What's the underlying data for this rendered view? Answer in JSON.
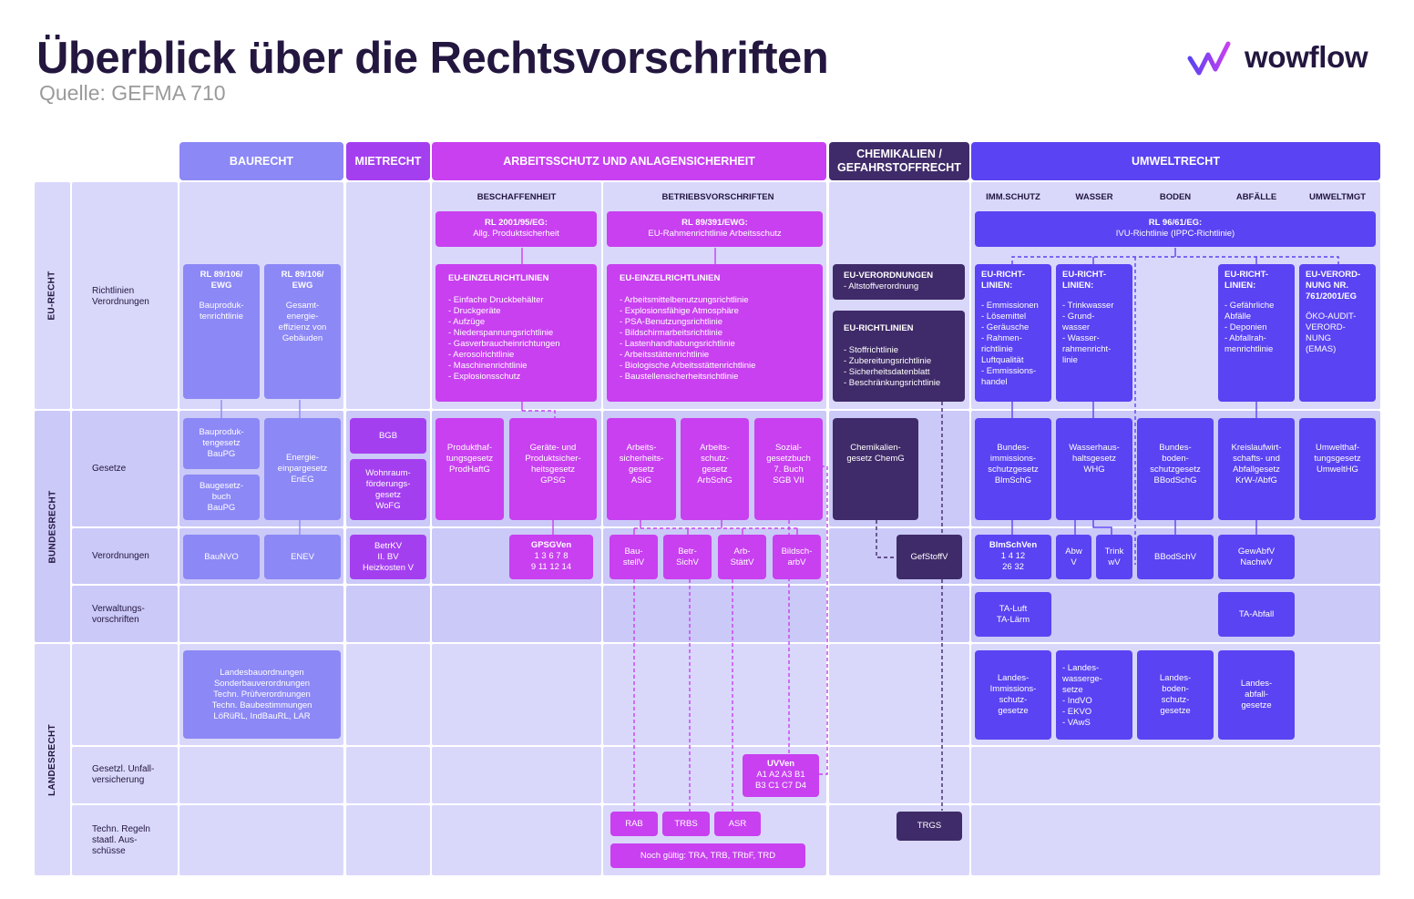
{
  "title": "Überblick über die Rechtsvorschriften",
  "source": "Quelle: GEFMA 710",
  "logo": {
    "text": "wowflow",
    "icon": "wowflow-logo-icon"
  },
  "colors": {
    "baurecht": "#8c88f6",
    "mietrecht": "#a43ff0",
    "arbeitsschutz": "#c840f0",
    "chemikalien": "#3f2b69",
    "umweltrecht": "#5a43f2",
    "band": "#d9d8fb",
    "band_alt": "#cbc9f8"
  },
  "columns": {
    "baurecht": "BAURECHT",
    "mietrecht": "MIETRECHT",
    "arbeitsschutz": "ARBEITSSCHUTZ UND ANLAGENSICHERHEIT",
    "chemikalien": "CHEMIKALIEN /\nGEFAHRSTOFFRECHT",
    "umweltrecht": "UMWELTRECHT"
  },
  "subheaders": {
    "beschaffenheit": "BESCHAFFENHEIT",
    "betriebsvorschriften": "BETRIEBSVORSCHRIFTEN",
    "immschutz": "IMM.SCHUTZ",
    "wasser": "WASSER",
    "boden": "BODEN",
    "abfaelle": "ABFÄLLE",
    "umweltmgt": "UMWELTMGT"
  },
  "groups": {
    "eu": "EU-RECHT",
    "bund": "BUNDESRECHT",
    "land": "LANDESRECHT"
  },
  "rows": {
    "richtlinien": "Richtlinien\nVerordnungen",
    "gesetze": "Gesetze",
    "verordnungen": "Verordnungen",
    "verwaltung": "Verwaltungs-\nvorschriften",
    "landes": "",
    "unfall": "Gesetzl. Unfall-\nversicherung",
    "techn": "Techn. Regeln\nstaatl. Aus-\nschüsse"
  },
  "eu": {
    "rl2001_title": "RL 2001/95/EG:",
    "rl2001_text": "Allg. Produktsicherheit",
    "rl89391_title": "RL 89/391/EWG:",
    "rl89391_text": "EU-Rahmenrichtlinie Arbeitsschutz",
    "rl9661_title": "RL 96/61/EG:",
    "rl9661_text": "IVU-Richtlinie (IPPC-Richtlinie)",
    "rl89106a_title": "RL 89/106/\nEWG",
    "rl89106a_text": "Bauproduk-\ntenrichtlinie",
    "rl89106b_title": "RL 89/106/\nEWG",
    "rl89106b_text": "Gesamt-\nenergie-\neffizienz von\nGebäuden",
    "einzel1_title": "EU-EINZELRICHTLINIEN",
    "einzel1_items": "- Einfache Druckbehälter\n- Druckgeräte\n- Aufzüge\n- Niederspannungsrichtlinie\n- Gasverbraucheinrichtungen\n- Aerosolrichtlinie\n- Maschinenrichtlinie\n- Explosionsschutz",
    "einzel2_title": "EU-EINZELRICHTLINIEN",
    "einzel2_items": "- Arbeitsmittelbenutzungsrichtlinie\n- Explosionsfähige Atmosphäre\n- PSA-Benutzungsrichtlinie\n- Bildschirmarbeitsrichtlinie\n- Lastenhandhabungsrichtlinie\n- Arbeitsstättenrichtlinie\n- Biologische Arbeitsstättenrichtlinie\n- Baustellensicherheitsrichtlinie",
    "vo_title": "EU-VERORDNUNGEN",
    "vo_items": "- Altstoffverordnung",
    "rl_title": "EU-RICHTLINIEN",
    "rl_items": "- Stoffrichtlinie\n- Zubereitungsrichtlinie\n- Sicherheitsdatenblatt\n- Beschränkungsrichtlinie",
    "imm_title": "EU-RICHT-\nLINIEN:",
    "imm_items": "- Emmissionen\n- Lösemittel\n- Geräusche\n- Rahmen-\n  richtlinie\n  Luftqualität\n- Emmissions-\n  handel",
    "wasser_title": "EU-RICHT-\nLINIEN:",
    "wasser_items": "- Trinkwasser\n- Grund-\n  wasser\n- Wasser-\n  rahmenricht-\n  linie",
    "abfall_title": "EU-RICHT-\nLINIEN:",
    "abfall_items": "- Gefährliche\n  Abfälle\n- Deponien\n- Abfallrah-\n  menrichtlinie",
    "umgt_title": "EU-VERORD-\nNUNG NR.\n761/2001/EG",
    "umgt_items": "ÖKO-AUDIT-\nVERORD-\nNUNG\n(EMAS)"
  },
  "bund": {
    "bauprodg": "Bauproduk-\ntengesetz\nBauPG",
    "baugb": "Baugesetz-\nbuch\nBauPG",
    "eneg": "Energie-\neinpargesetz\nEnEG",
    "bgb": "BGB",
    "wofg": "Wohnraum-\nförderungs-\ngesetz\nWoFG",
    "prodhaftg": "Produkthaf-\ntungsgesetz\nProdHaftG",
    "gpsg": "Geräte- und\nProduktsicher-\nheitsgesetz\nGPSG",
    "asig": "Arbeits-\nsicherheits-\ngesetz\nASiG",
    "arbschg": "Arbeits-\nschutz-\ngesetz\nArbSchG",
    "sgb": "Sozial-\ngesetzbuch\n7. Buch\nSGB VII",
    "chemg": "Chemikalien-\ngesetz ChemG",
    "bimschg": "Bundes-\nimmissions-\nschutzgesetz\nBlmSchG",
    "whg": "Wasserhaus-\nhaltsgesetz\nWHG",
    "bbodschg": "Bundes-\nboden-\nschutzgesetz\nBBodSchG",
    "krwabfg": "Kreislaufwirt-\nschafts- und\nAbfallgesetz\nKrW-/AbfG",
    "umwelthg": "Umwelthaf-\ntungsgesetz\nUmweltHG",
    "baunvo": "BauNVO",
    "enev": "ENEV",
    "betrkv": "BetrKV\nII. BV\nHeizkosten V",
    "gpsgven_title": "GPSGVen",
    "gpsgven_nums": "1  3  6  7  8\n9  11  12  14",
    "baustellv": "Bau-\nstellV",
    "betrsichv": "Betr-\nSichV",
    "arbstaettv": "Arb-\nStättV",
    "bildscharbv": "Bildsch-\narbV",
    "gefstoffv": "GefStoffV",
    "bimschven_title": "BlmSchVen",
    "bimschven_nums": "1  4  12\n26  32",
    "abwv": "Abw\nV",
    "trinkwv": "Trink\nwV",
    "bbodschv": "BBodSchV",
    "gewabfv": "GewAbfV\nNachwV",
    "taluft": "TA-Luft\nTA-Lärm",
    "taabfall": "TA-Abfall"
  },
  "land": {
    "bauordnungen": "Landesbauordnungen\nSonderbauverordnungen\nTechn. Prüfverordnungen\nTechn. Baubestimmungen\nLöRüRL, IndBauRL, LAR",
    "immschutz": "Landes-\nImmissions-\nschutz-\ngesetze",
    "wasser": "- Landes-\n  wasserge-\n  setze\n- IndVO\n- EKVO\n- VAwS",
    "boden": "Landes-\nboden-\nschutz-\ngesetze",
    "abfall": "Landes-\nabfall-\ngesetze",
    "uvven_title": "UVVen",
    "uvven_nums": "A1  A2  A3  B1\nB3  C1  C7  D4",
    "rab": "RAB",
    "trbs": "TRBS",
    "asr": "ASR",
    "trgs": "TRGS",
    "noch": "Noch gültig: TRA, TRB, TRbF, TRD"
  }
}
